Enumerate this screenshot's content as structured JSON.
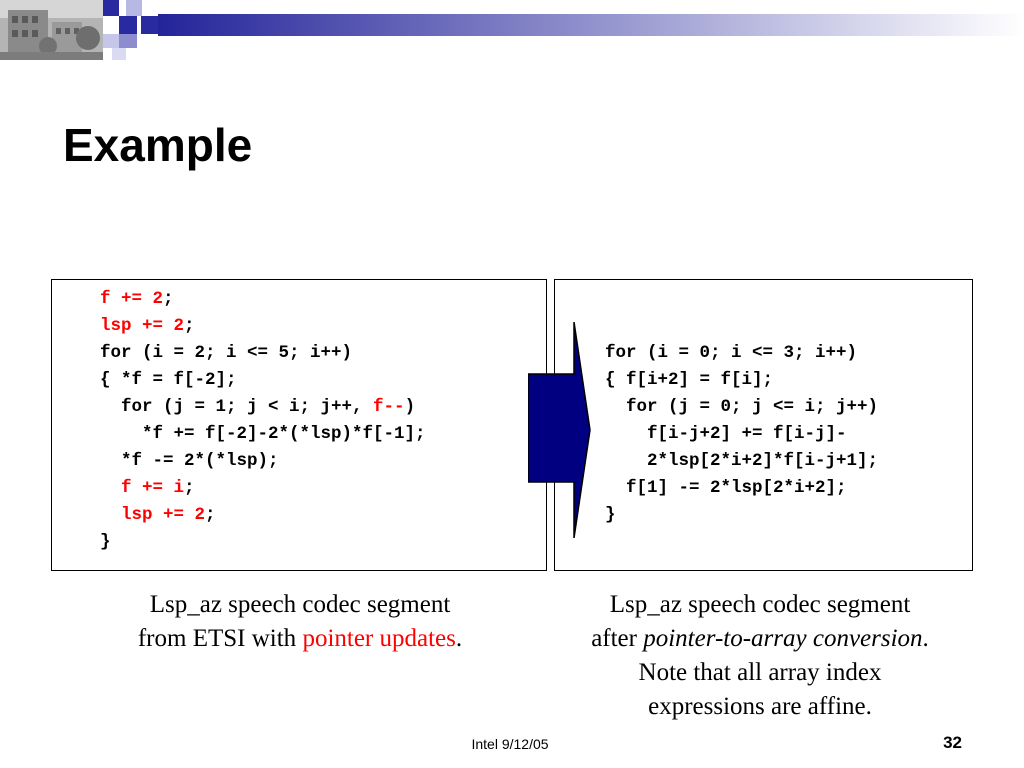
{
  "slide": {
    "title": "Example",
    "left_code": [
      {
        "segments": [
          {
            "text": "f += 2",
            "highlight": true
          },
          {
            "text": ";",
            "highlight": false
          }
        ]
      },
      {
        "segments": [
          {
            "text": "lsp += 2",
            "highlight": true
          },
          {
            "text": ";",
            "highlight": false
          }
        ]
      },
      {
        "segments": [
          {
            "text": "for (i = 2; i <= 5; i++)",
            "highlight": false
          }
        ]
      },
      {
        "segments": [
          {
            "text": "{ *f = f[-2];",
            "highlight": false
          }
        ]
      },
      {
        "segments": [
          {
            "text": "  for (j = 1; j < i; j++, ",
            "highlight": false
          },
          {
            "text": "f--",
            "highlight": true
          },
          {
            "text": ")",
            "highlight": false
          }
        ]
      },
      {
        "segments": [
          {
            "text": "    *f += f[-2]-2*(*lsp)*f[-1];",
            "highlight": false
          }
        ]
      },
      {
        "segments": [
          {
            "text": "  *f -= 2*(*lsp);",
            "highlight": false
          }
        ]
      },
      {
        "segments": [
          {
            "text": "  ",
            "highlight": false
          },
          {
            "text": "f += i",
            "highlight": true
          },
          {
            "text": ";",
            "highlight": false
          }
        ]
      },
      {
        "segments": [
          {
            "text": "  ",
            "highlight": false
          },
          {
            "text": "lsp += 2",
            "highlight": true
          },
          {
            "text": ";",
            "highlight": false
          }
        ]
      },
      {
        "segments": [
          {
            "text": "}",
            "highlight": false
          }
        ]
      }
    ],
    "right_code": [
      "for (i = 0; i <= 3; i++)",
      "{ f[i+2] = f[i];",
      "  for (j = 0; j <= i; j++)",
      "    f[i-j+2] += f[i-j]-",
      "    2*lsp[2*i+2]*f[i-j+1];",
      "  f[1] -= 2*lsp[2*i+2];",
      "}"
    ],
    "caption_left": {
      "line1": "Lsp_az speech codec segment",
      "line2_prefix": "from ETSI with ",
      "line2_highlight": "pointer updates",
      "line2_suffix": "."
    },
    "caption_right": {
      "line1": "Lsp_az speech codec segment",
      "line2_prefix": "after ",
      "line2_italic": "pointer-to-array conversion",
      "line2_suffix": ".",
      "line3": "Note that all array index",
      "line4": "expressions are affine."
    },
    "footer": "Intel 9/12/05",
    "page_number": "32"
  },
  "colors": {
    "highlight": "#ff0000",
    "arrow_fill": "#000080",
    "band_start": "#2a2aa0",
    "band_end": "#ffffff"
  },
  "icons": {
    "arrow": "right-arrow-icon",
    "photo": "building-photo"
  }
}
